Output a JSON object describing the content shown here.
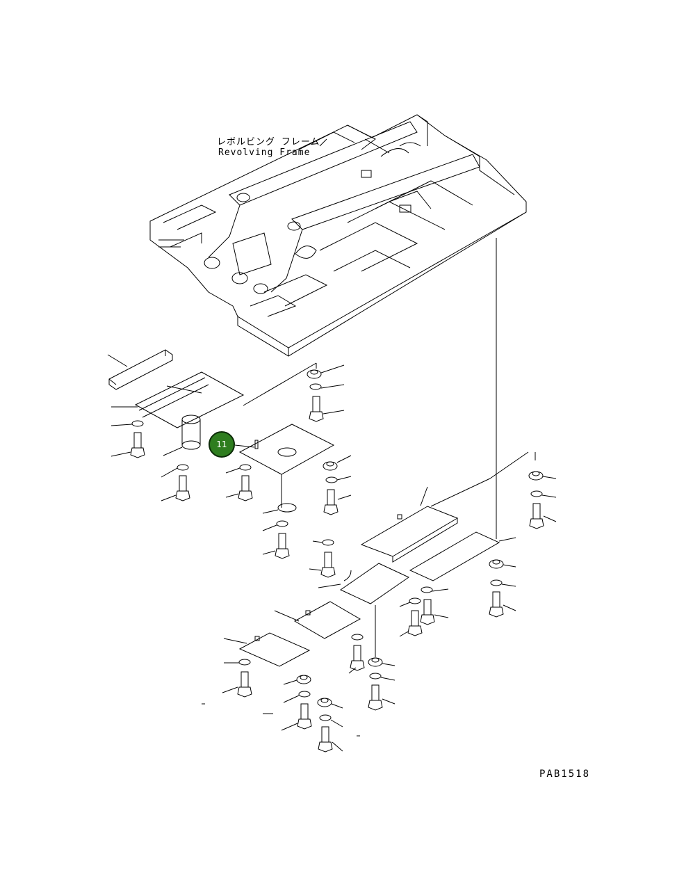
{
  "frame_label_jp": "レボルビング フレーム",
  "frame_label_en": "Revolving Frame",
  "callout_number": "11",
  "drawing_id": "PAB1518",
  "colors": {
    "callout_fill": "#2e7d1f",
    "callout_border": "#0c2b08",
    "line": "#000000"
  }
}
